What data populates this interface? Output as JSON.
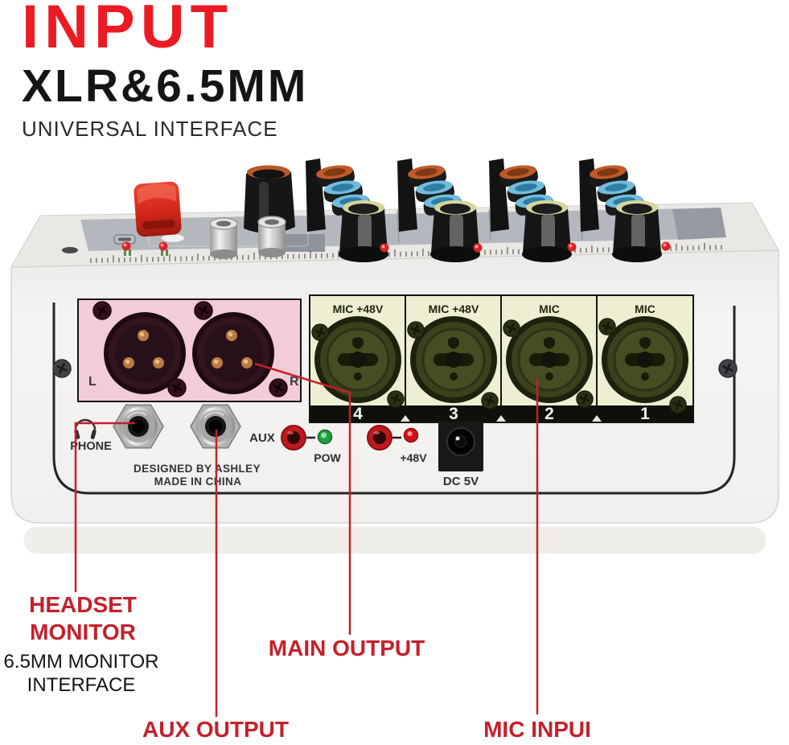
{
  "header": {
    "title": "INPUT",
    "subtitle": "XLR&6.5MM",
    "tagline": "UNIVERSAL INTERFACE"
  },
  "rear_panel": {
    "xlr_left": "L",
    "xlr_right": "R",
    "mic_sections": [
      {
        "label": "MIC +48V",
        "number": "4"
      },
      {
        "label": "MIC +48V",
        "number": "3"
      },
      {
        "label": "MIC",
        "number": "2"
      },
      {
        "label": "MIC",
        "number": "1"
      }
    ],
    "phone": "PHONE",
    "aux": "AUX",
    "pow": "POW",
    "phantom": "+48V",
    "dc": "DC 5V",
    "made_line1": "DESIGNED BY ASHLEY",
    "made_line2": "MADE IN CHINA"
  },
  "annotations": {
    "headset_line1": "HEADSET",
    "headset_line2": "MONITOR",
    "headset_sub1": "6.5MM MONITOR",
    "headset_sub2": "INTERFACE",
    "main_output": "MAIN OUTPUT",
    "aux_output": "AUX OUTPUT",
    "mic_input": "MIC INPUI"
  },
  "colors": {
    "accent_red": "#ec1b23",
    "annotation_red": "#c5202a",
    "panel_pink": "#f2ccd6",
    "panel_cream": "#edeed2",
    "connector_olive": "#454d22",
    "power_led_green": "#1f9e3e"
  }
}
